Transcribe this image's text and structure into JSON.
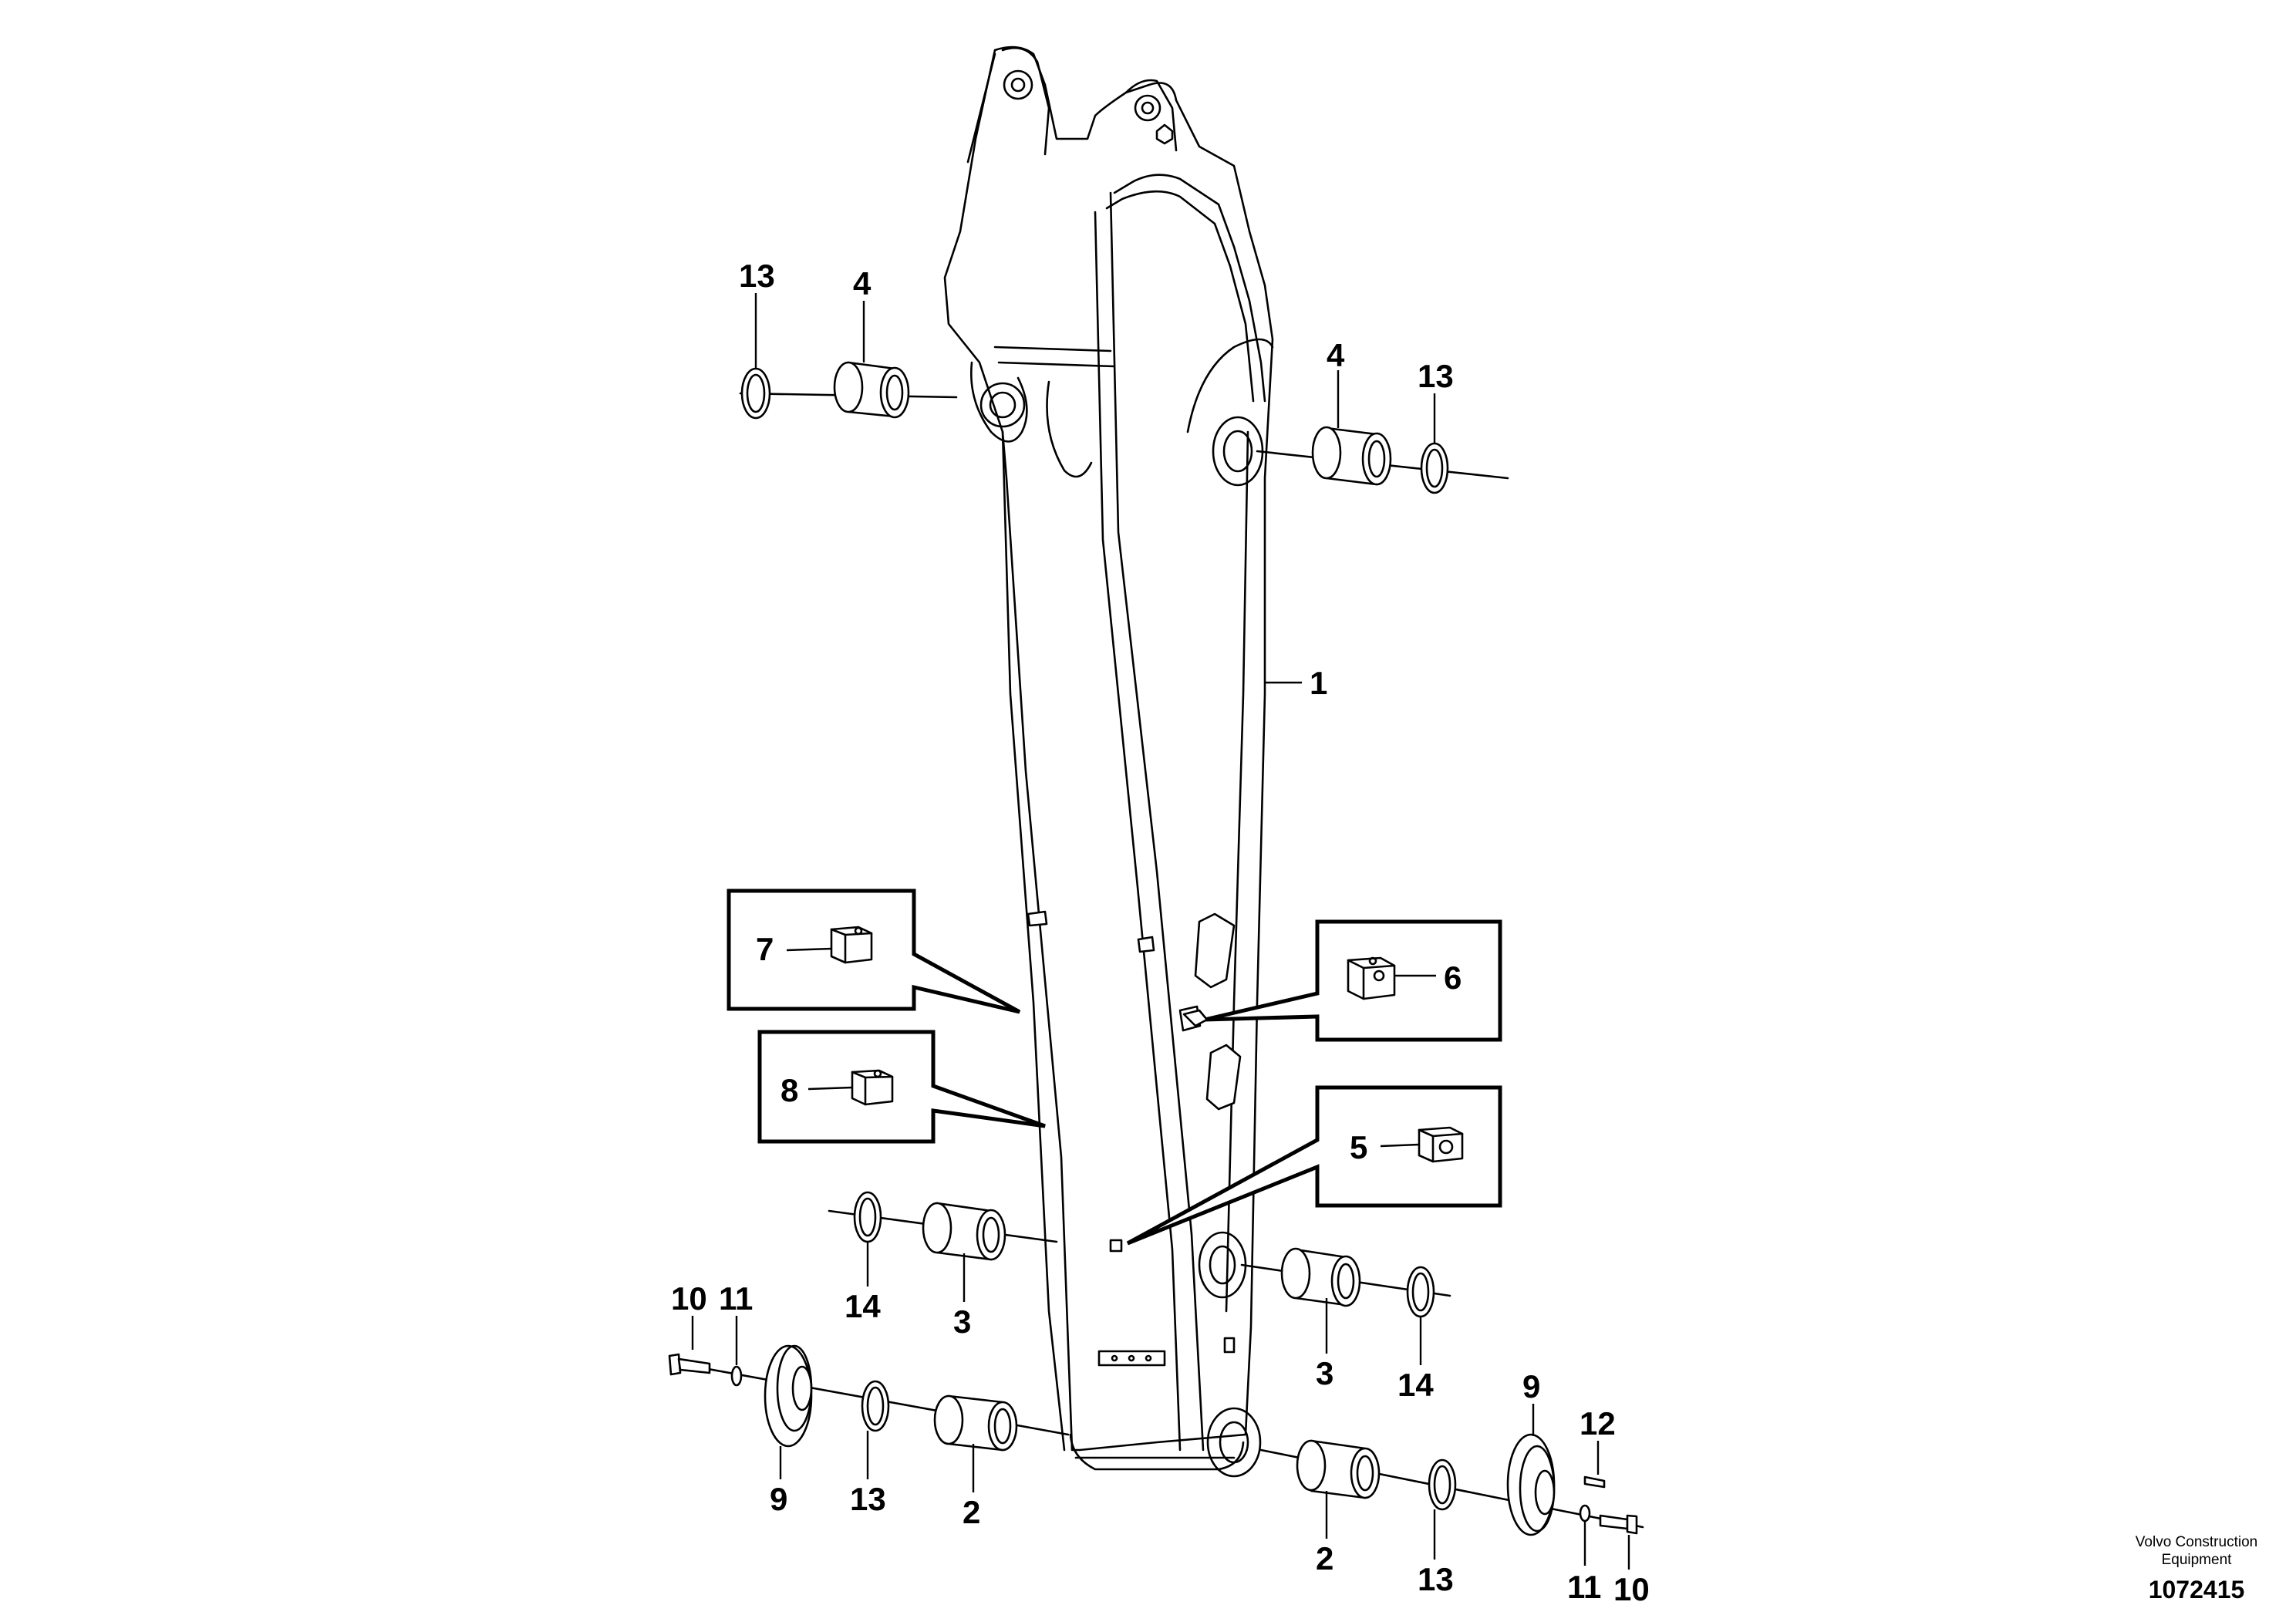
{
  "diagram": {
    "part_labels": {
      "l1": "1",
      "l2a": "2",
      "l2b": "2",
      "l3a": "3",
      "l3b": "3",
      "l4a": "4",
      "l4b": "4",
      "l5": "5",
      "l6": "6",
      "l7": "7",
      "l8": "8",
      "l9a": "9",
      "l9b": "9",
      "l10a": "10",
      "l10b": "10",
      "l11a": "11",
      "l11b": "11",
      "l12": "12",
      "l13a": "13",
      "l13b": "13",
      "l13c": "13",
      "l13d": "13",
      "l14a": "14",
      "l14b": "14"
    },
    "footer": {
      "brand_line1": "Volvo Construction",
      "brand_line2": "Equipment",
      "drawing_number": "1072415"
    }
  }
}
